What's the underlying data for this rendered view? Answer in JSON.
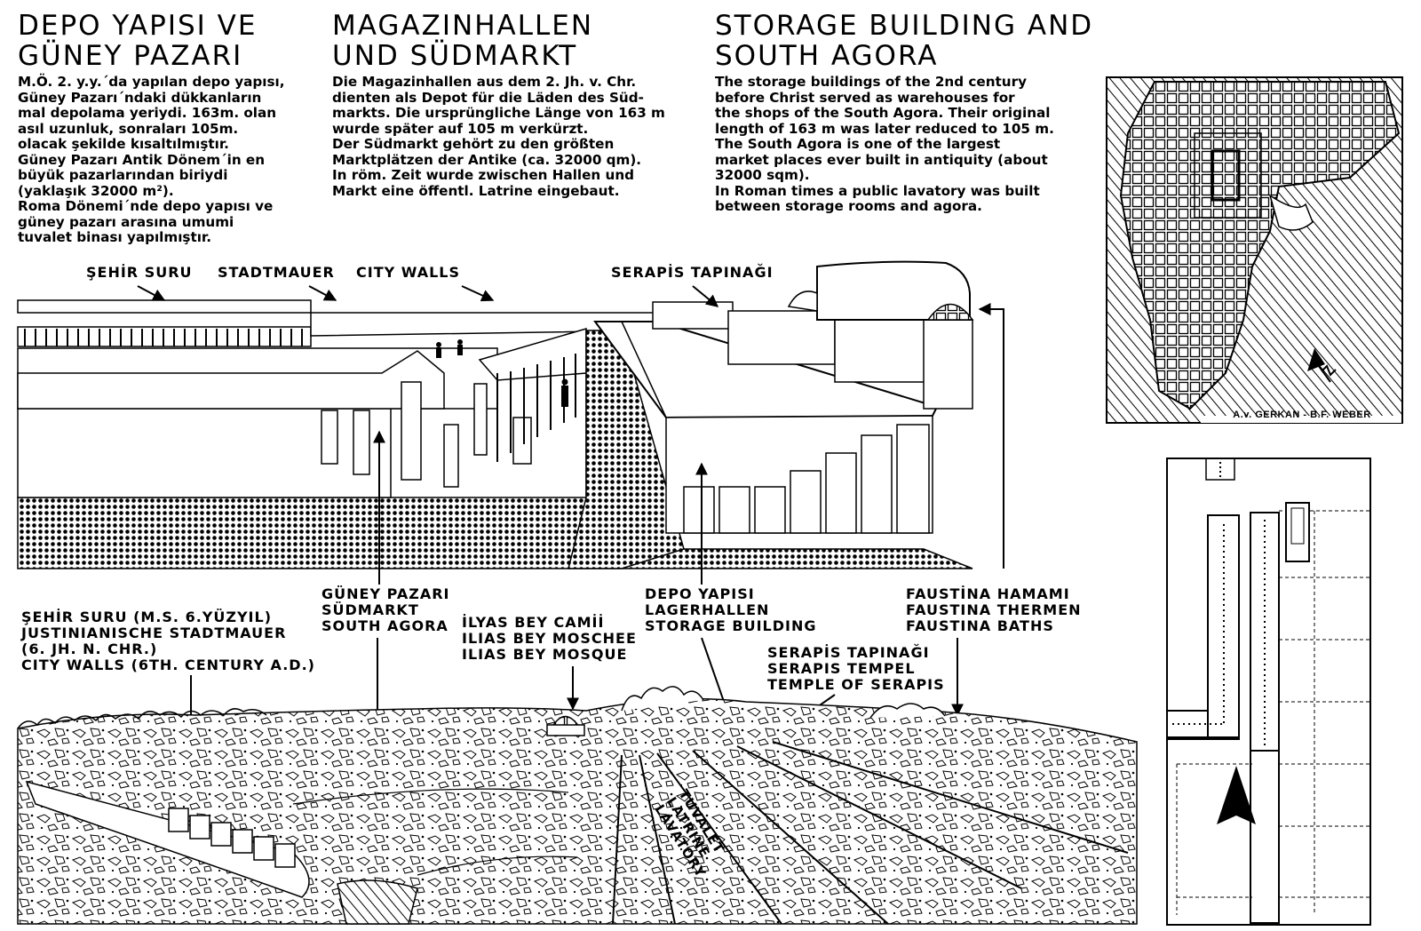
{
  "columns": {
    "tr": {
      "title": "DEPO YAPISI VE\nGÜNEY PAZARI",
      "text": "M.Ö. 2. y.y.´da yapılan depo yapısı,\nGüney Pazarı´ndaki dükkanların\nmal depolama yeriydi. 163m. olan\nasıl uzunluk, sonraları 105m.\nolacak şekilde kısaltılmıştır.\nGüney Pazarı Antik Dönem´in en\nbüyük pazarlarından biriydi\n(yaklaşık 32000 m²).\nRoma Dönemi´nde depo yapısı ve\ngüney pazarı arasına umumi\ntuvalet binası yapılmıştır."
    },
    "de": {
      "title": "MAGAZINHALLEN\nUND SÜDMARKT",
      "text": "Die Magazinhallen aus dem 2. Jh. v. Chr.\ndienten als Depot für die Läden des Süd-\nmarkts. Die ursprüngliche Länge von 163 m\nwurde später auf 105 m verkürzt.\nDer Südmarkt gehört zu den größten\nMarktplätzen der Antike (ca. 32000 qm).\nIn röm. Zeit wurde zwischen Hallen und\nMarkt eine öffentl. Latrine eingebaut."
    },
    "en": {
      "title": "STORAGE BUILDING AND\nSOUTH AGORA",
      "text": "The storage buildings of the 2nd century\nbefore Christ served as warehouses for\nthe shops of the South Agora. Their original\nlength of 163 m was later reduced to 105 m.\nThe South Agora is one of the largest\nmarket places ever built in antiquity (about\n32000 sqm).\nIn Roman times a public lavatory was built\nbetween storage rooms and agora."
    }
  },
  "top_labels": {
    "sehir_suru": "ŞEHİR SURU",
    "stadtmauer": "STADTMAUER",
    "city_walls": "CITY WALLS",
    "serapis": "SERAPİS TAPINAĞI"
  },
  "labels": {
    "city_walls_6th": "ŞEHİR SURU (M.S. 6.YÜZYIL)\nJUSTINIANISCHE STADTMAUER\n(6. JH. N. CHR.)\nCITY WALLS (6TH. CENTURY A.D.)",
    "south_agora": "GÜNEY PAZARI\nSÜDMARKT\nSOUTH AGORA",
    "ilyas_bey": "İLYAS BEY CAMİİ\nILIAS BEY MOSCHEE\nILIAS BEY MOSQUE",
    "storage": "DEPO YAPISI\nLAGERHALLEN\nSTORAGE BUILDING",
    "serapis_temple": "SERAPİS TAPINAĞI\nSERAPIS TEMPEL\nTEMPLE OF SERAPIS",
    "faustina": "FAUSTİNA HAMAMI\nFAUSTINA THERMEN\nFAUSTINA BATHS",
    "lavatory": "TUVALET\nLATRINE\nLAVATORY"
  },
  "map": {
    "credit": "A.v. GERKAN - B.F. WEBER"
  },
  "icons": {
    "north_arrow_map": "north-arrow-icon",
    "north_arrow_plan": "north-arrow-icon"
  }
}
